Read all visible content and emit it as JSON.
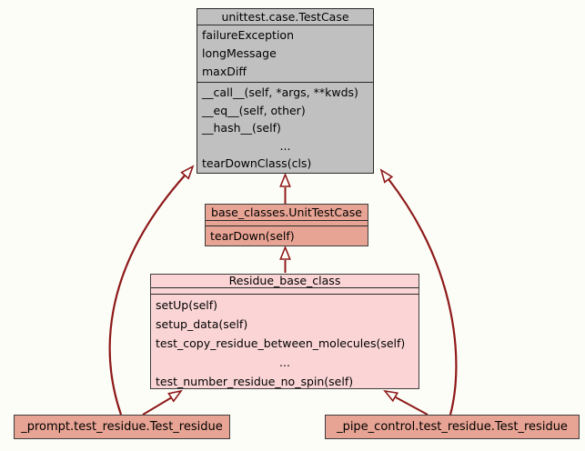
{
  "diagram": {
    "type": "class-inheritance-graph",
    "colors": {
      "background": "#fdfdf8",
      "arrow": "#8e1a1a",
      "node_gray": "#c0c0c0",
      "node_salmon": "#e7a393",
      "node_pink": "#fbd5d6",
      "border": "#3d3d3d",
      "text": "#000000"
    }
  },
  "classes": [
    {
      "title": "unittest.case.TestCase",
      "attributes": [
        "failureException",
        "longMessage",
        "maxDiff"
      ],
      "methods": [
        "__call__(self, *args, **kwds)",
        "__eq__(self, other)",
        "__hash__(self)",
        "...",
        "tearDownClass(cls)"
      ]
    },
    {
      "title": "base_classes.UnitTestCase",
      "attributes": [],
      "methods": [
        "tearDown(self)"
      ]
    },
    {
      "title": "Residue_base_class",
      "attributes": [],
      "methods": [
        "setUp(self)",
        "setup_data(self)",
        "test_copy_residue_between_molecules(self)",
        "...",
        "test_number_residue_no_spin(self)"
      ]
    },
    {
      "title": "_prompt.test_residue.Test_residue"
    },
    {
      "title": "_pipe_control.test_residue.Test_residue"
    }
  ],
  "edges": [
    {
      "from": "base_classes.UnitTestCase",
      "to": "unittest.case.TestCase",
      "type": "inheritance"
    },
    {
      "from": "Residue_base_class",
      "to": "base_classes.UnitTestCase",
      "type": "inheritance"
    },
    {
      "from": "_prompt.test_residue.Test_residue",
      "to": "Residue_base_class",
      "type": "inheritance"
    },
    {
      "from": "_pipe_control.test_residue.Test_residue",
      "to": "Residue_base_class",
      "type": "inheritance"
    },
    {
      "from": "_prompt.test_residue.Test_residue",
      "to": "unittest.case.TestCase",
      "type": "inheritance"
    },
    {
      "from": "_pipe_control.test_residue.Test_residue",
      "to": "unittest.case.TestCase",
      "type": "inheritance"
    }
  ]
}
